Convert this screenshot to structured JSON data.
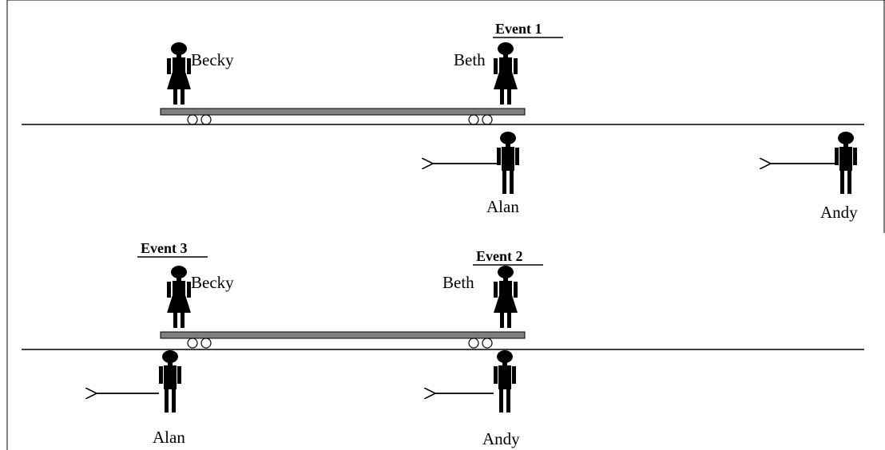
{
  "events": {
    "event1": "Event 1",
    "event2": "Event 2",
    "event3": "Event 3"
  },
  "scene_top": {
    "people_on_car": {
      "left": "Becky",
      "right": "Beth"
    },
    "people_on_ground": {
      "near": "Alan",
      "far": "Andy"
    }
  },
  "scene_bottom": {
    "people_on_car": {
      "left": "Becky",
      "right": "Beth"
    },
    "people_on_ground": {
      "left": "Alan",
      "right": "Andy"
    }
  },
  "colors": {
    "ink": "#000000",
    "railcar": "#808080"
  }
}
